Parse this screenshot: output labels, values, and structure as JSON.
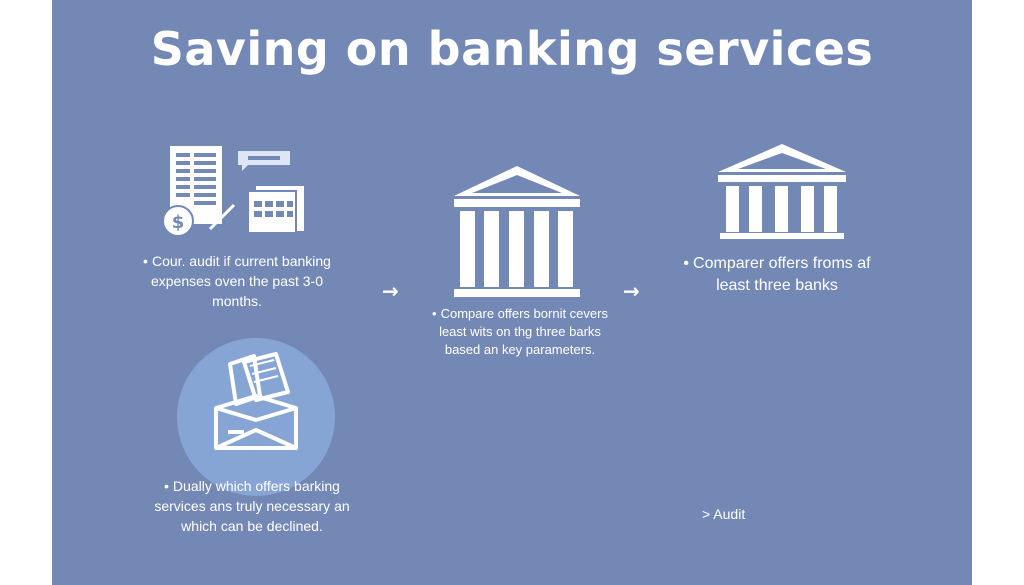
{
  "title": "Saving on banking services",
  "steps": [
    {
      "text": "Cour. audit if current banking expenses oven the past 3-0 months.",
      "icon": "document-dollar-icon"
    },
    {
      "text": "Compare offers bornit cevers least wits on thg three barks based an key parameters.",
      "icon": "bank-icon"
    },
    {
      "text": "Comparer offers froms af least three banks",
      "icon": "bank-icon"
    },
    {
      "text": "Dually which offers barking services ans truly necessary an which can be declined.",
      "icon": "box-documents-icon"
    }
  ],
  "arrows": [
    "→",
    "→"
  ],
  "bullet": "•",
  "audit_link": "> Audit",
  "colors": {
    "background": "#7488b6",
    "icon": "#ffffff",
    "circle": "#87a5d4",
    "accent_light": "#dce6f5"
  }
}
